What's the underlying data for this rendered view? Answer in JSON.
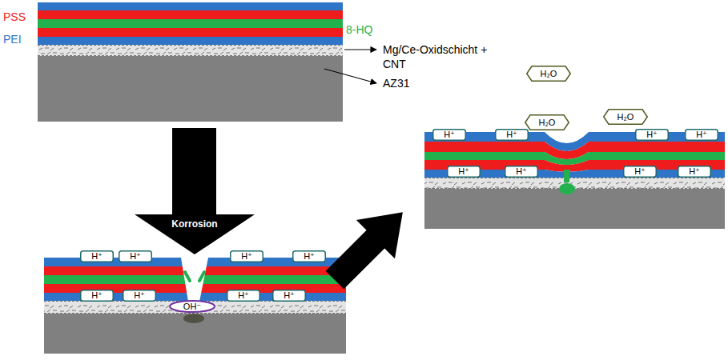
{
  "diagram": {
    "nodes": [
      {
        "text": [
          "H₂O"
        ]
      },
      {
        "text": [
          "H₂O"
        ]
      },
      {
        "text": [
          "H₂O"
        ]
      },
      {
        "text": [
          "H⁺"
        ]
      },
      {
        "text": [
          "H⁺"
        ]
      },
      {
        "text": [
          "H⁺"
        ]
      },
      {
        "text": [
          "H⁺"
        ]
      },
      {
        "text": [
          "H⁺"
        ]
      },
      {
        "text": [
          "H⁺"
        ]
      },
      {
        "text": [
          "H⁺"
        ]
      },
      {
        "text": [
          "H⁺"
        ]
      },
      {
        "text": [
          "H⁺"
        ]
      },
      {
        "text": [
          "H⁺"
        ]
      },
      {
        "text": [
          "H⁺"
        ]
      },
      {
        "text": [
          "H⁺"
        ]
      },
      {
        "text": [
          "H⁺"
        ]
      },
      {
        "text": [
          "H⁺"
        ]
      },
      {
        "text": [
          "H⁺"
        ]
      },
      {
        "text": [
          "H⁺"
        ]
      },
      {
        "text": [
          "OH⁻"
        ]
      }
    ],
    "labels": [
      "PSS",
      "PEI",
      "8-HQ",
      "Mg/Ce-Oxidschicht + CNT",
      "AZ31",
      "Korrosion"
    ]
  }
}
